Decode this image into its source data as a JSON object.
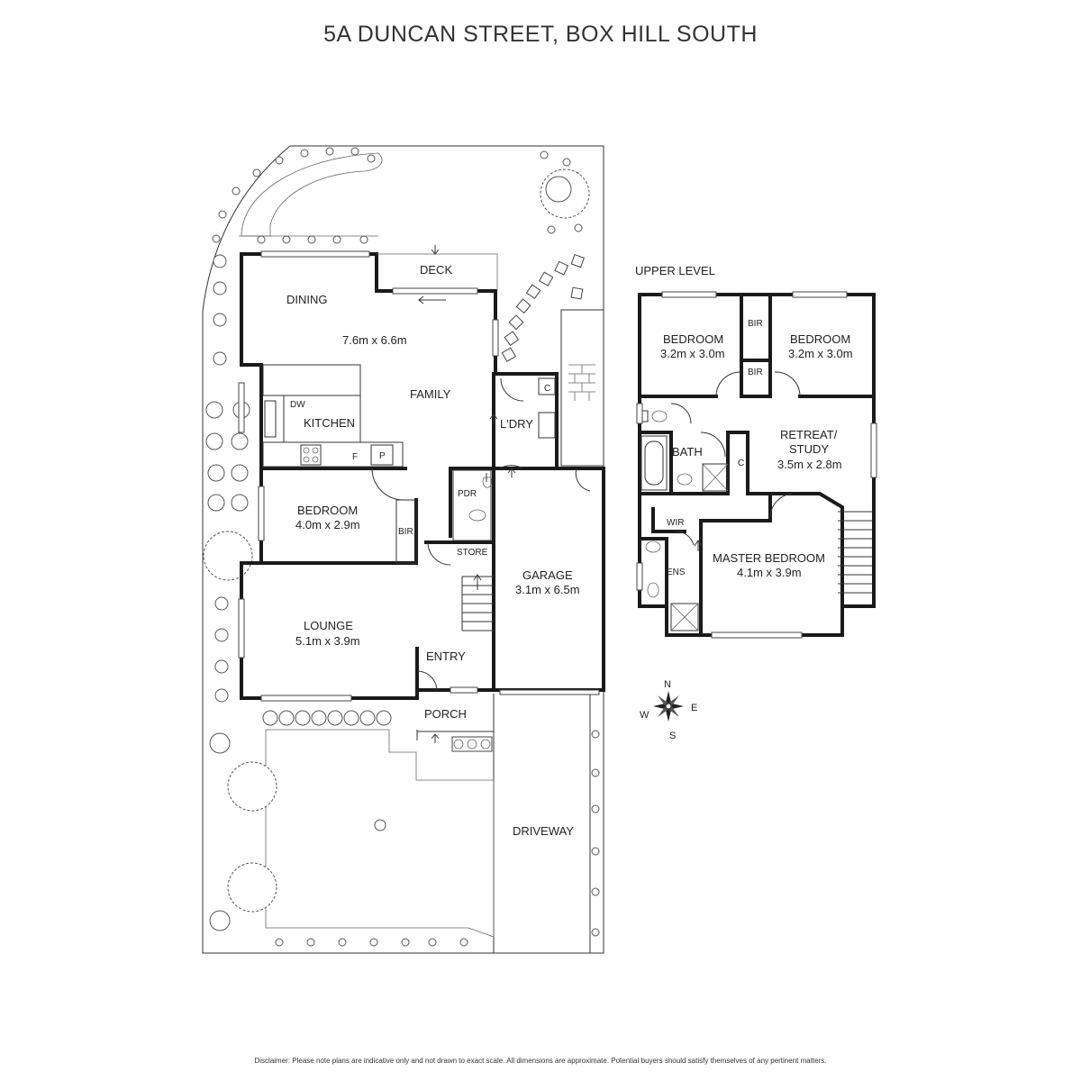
{
  "title": "5A DUNCAN STREET, BOX HILL SOUTH",
  "disclaimer": "Disclaimer: Please note plans are indicative only and not drawn to exact scale. All dimensions are approximate. Potential buyers should satisfy themselves of any pertinent matters.",
  "ground": {
    "deck": "DECK",
    "dining": "DINING",
    "family_dims": "7.6m x 6.6m",
    "family": "FAMILY",
    "dw": "DW",
    "kitchen": "KITCHEN",
    "fridge": "F",
    "pantry": "P",
    "laundry": "L'DRY",
    "cupboard": "C",
    "pdr": "PDR",
    "store": "STORE",
    "bedroom": "BEDROOM",
    "bedroom_dims": "4.0m x 2.9m",
    "bir": "BIR",
    "garage": "GARAGE",
    "garage_dims": "3.1m x 6.5m",
    "lounge": "LOUNGE",
    "lounge_dims": "5.1m x 3.9m",
    "entry": "ENTRY",
    "porch": "PORCH",
    "driveway": "DRIVEWAY"
  },
  "upper": {
    "heading": "UPPER LEVEL",
    "bedroom_1": "BEDROOM",
    "bedroom_1_dims": "3.2m x 3.0m",
    "bedroom_2": "BEDROOM",
    "bedroom_2_dims": "3.2m x 3.0m",
    "bir_1": "BIR",
    "bir_2": "BIR",
    "retreat_line1": "RETREAT/",
    "retreat_line2": "STUDY",
    "retreat_dims": "3.5m x 2.8m",
    "bath": "BATH",
    "cupboard": "C",
    "wir": "WIR",
    "ens": "ENS",
    "master": "MASTER BEDROOM",
    "master_dims": "4.1m x 3.9m"
  },
  "compass": {
    "n": "N",
    "e": "E",
    "s": "S",
    "w": "W"
  }
}
